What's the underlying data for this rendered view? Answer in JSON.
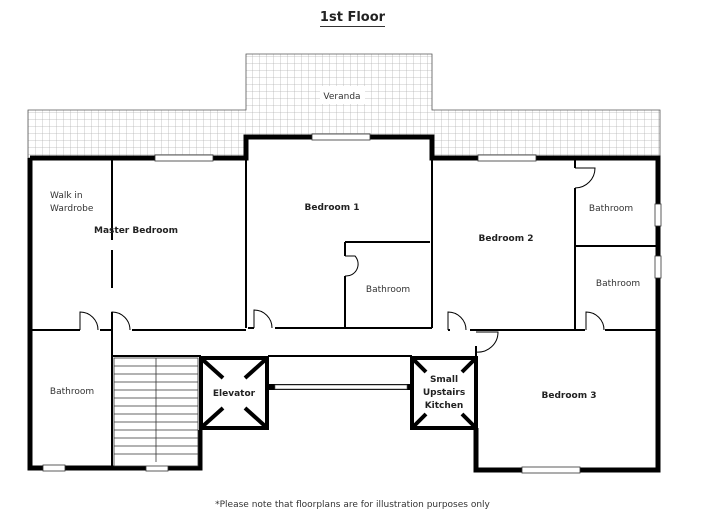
{
  "title": "1st Floor",
  "note": "*Please note that floorplans are for illustration purposes only",
  "rooms": {
    "veranda": "Veranda",
    "walk_in_wardrobe_1": "Walk in",
    "walk_in_wardrobe_2": "Wardrobe",
    "master_bedroom": "Master Bedroom",
    "bedroom1": "Bedroom 1",
    "bedroom1_bathroom": "Bathroom",
    "bedroom2": "Bedroom 2",
    "bathroom_top_right": "Bathroom",
    "bathroom_mid_right": "Bathroom",
    "bathroom_left": "Bathroom",
    "elevator": "Elevator",
    "kitchen_1": "Small",
    "kitchen_2": "Upstairs",
    "kitchen_3": "Kitchen",
    "bedroom3": "Bedroom 3"
  },
  "colors": {
    "wall": "#000000",
    "grid": "#bbbbbb",
    "background": "#ffffff"
  }
}
